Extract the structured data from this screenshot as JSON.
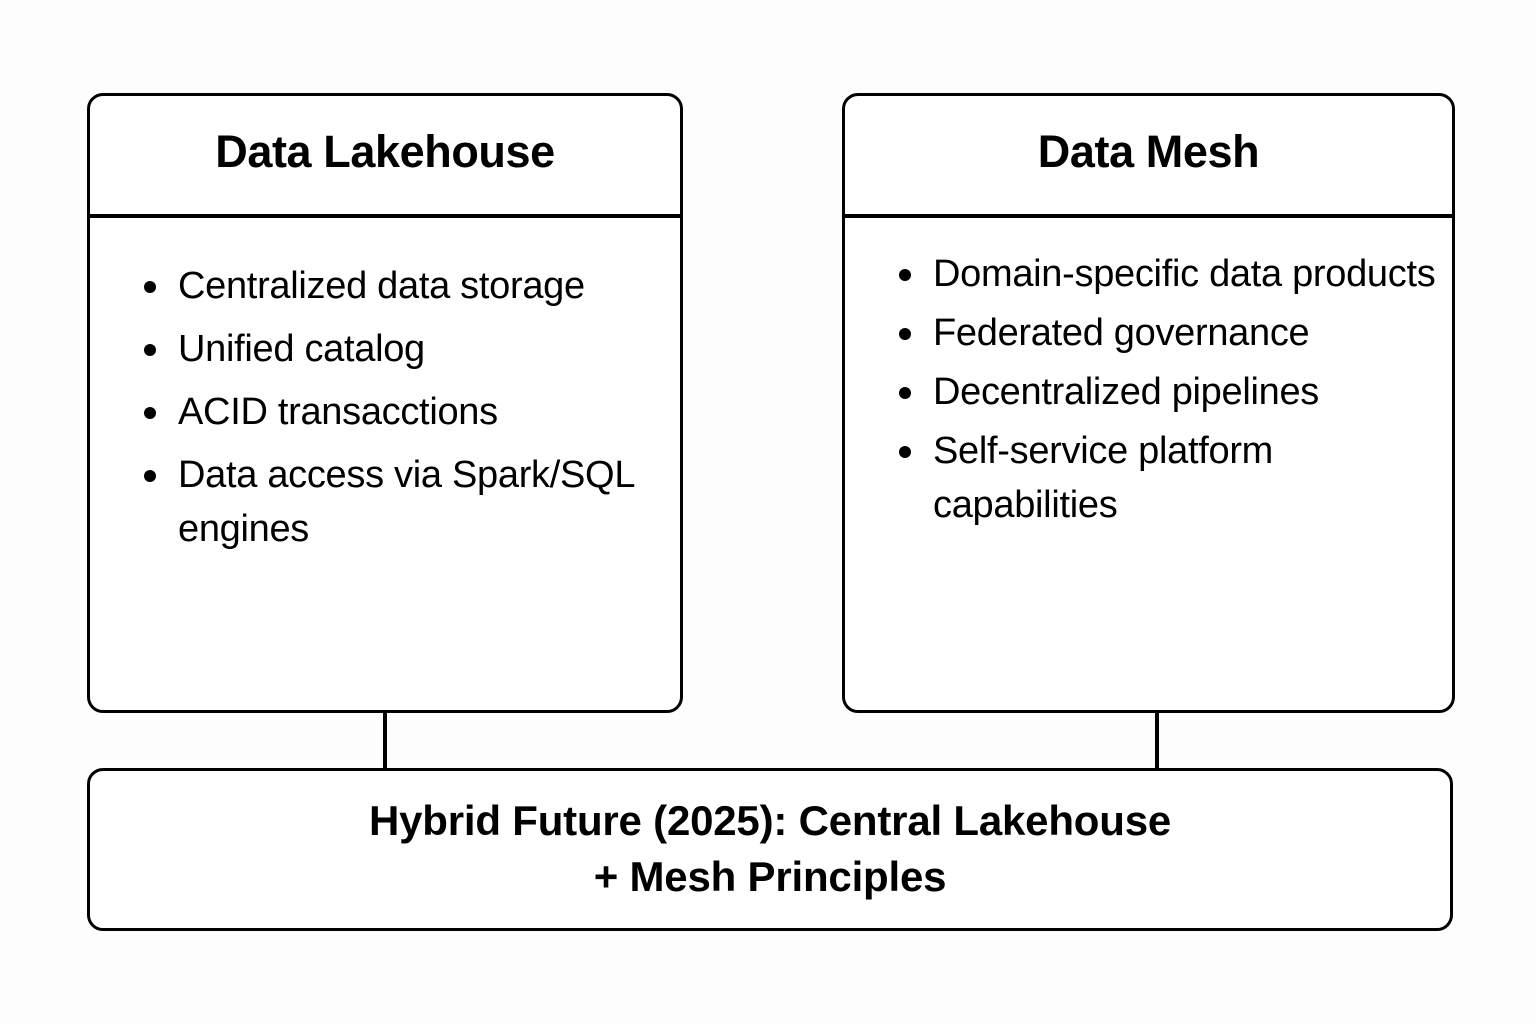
{
  "diagram": {
    "background_color": "#fdfdfd",
    "stroke_color": "#000000",
    "cards": [
      {
        "id": "lakehouse",
        "title": "Data Lakehouse",
        "bullets": [
          "Centralized data storage",
          "Unified catalog",
          "ACID transacctions",
          "Data access via Spark/SQL engines"
        ]
      },
      {
        "id": "mesh",
        "title": "Data Mesh",
        "bullets": [
          "Domain-specific data products",
          "Federated governance",
          "Decentralized pipelines",
          "Self-service platform capabilities"
        ]
      }
    ],
    "footer": {
      "line1": "Hybrid Future (2025): Central Lakehouse",
      "line2": "+ Mesh Principles"
    }
  }
}
